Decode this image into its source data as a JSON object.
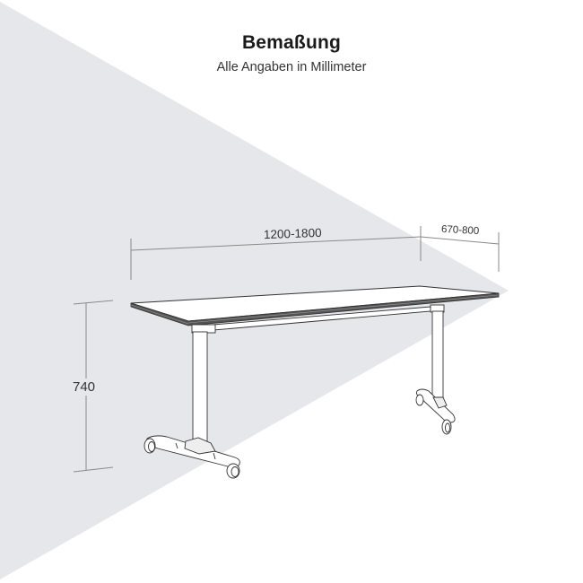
{
  "header": {
    "title": "Bemaßung",
    "subtitle": "Alle Angaben in Millimeter"
  },
  "dimensions": {
    "width": "1200-1800",
    "depth": "670-800",
    "height": "740"
  },
  "colors": {
    "background": "#ffffff",
    "shadow_wedge": "#e6e7ea",
    "line": "#333333",
    "dimension_line": "#8a8a8a",
    "table_edge": "#4a4a4a"
  },
  "drawing": {
    "subject": "mobile flip-top table with two T-legs and casters"
  }
}
